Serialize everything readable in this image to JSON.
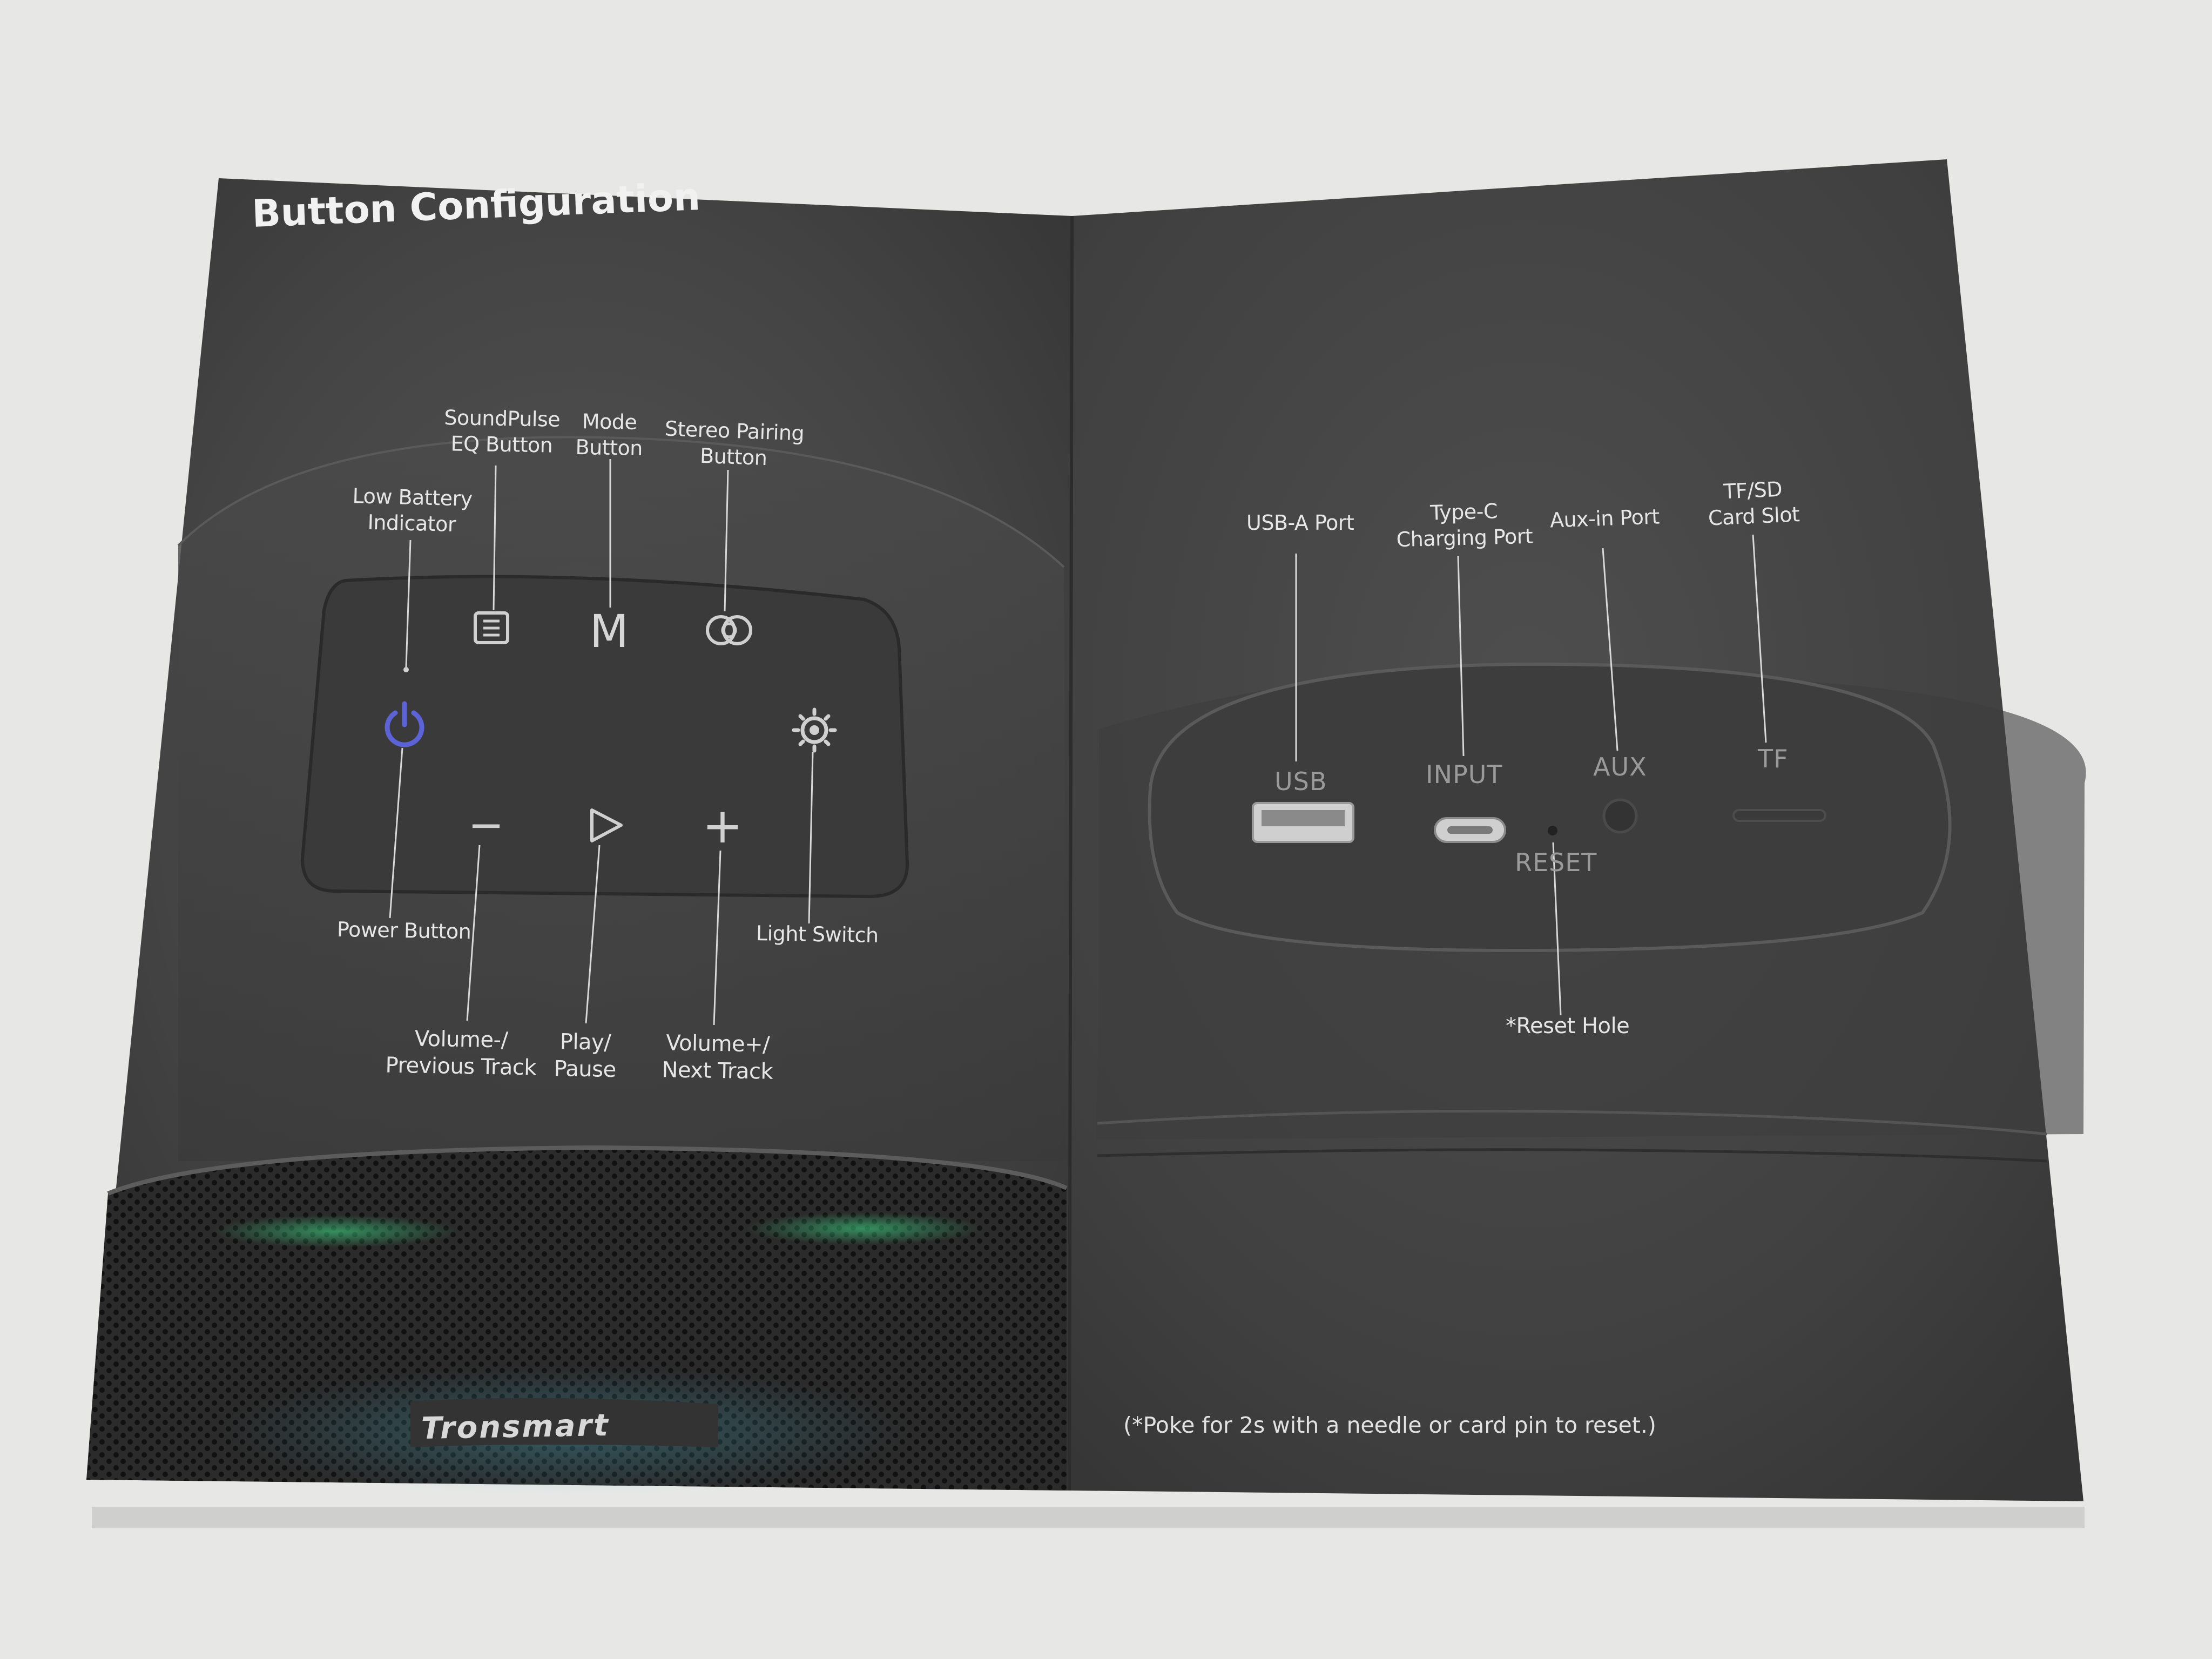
{
  "title": "Button Configuration",
  "left_labels": {
    "low_battery": [
      "Low Battery",
      "Indicator"
    ],
    "soundpulse": [
      "SoundPulse",
      "EQ Button"
    ],
    "mode": [
      "Mode",
      "Button"
    ],
    "stereo": [
      "Stereo Pairing",
      "Button"
    ],
    "power": [
      "Power Button"
    ],
    "light": [
      "Light Switch"
    ],
    "volume_down": [
      "Volume-/",
      "Previous Track"
    ],
    "play": [
      "Play/",
      "Pause"
    ],
    "volume_up": [
      "Volume+/",
      "Next Track"
    ]
  },
  "right_labels": {
    "usb_a": [
      "USB-A Port"
    ],
    "type_c": [
      "Type-C",
      "Charging Port"
    ],
    "aux_in": [
      "Aux-in Port"
    ],
    "tf_sd": [
      "TF/SD",
      "Card Slot"
    ],
    "reset_hole": [
      "*Reset Hole"
    ]
  },
  "port_print": {
    "usb": "USB",
    "input": "INPUT",
    "aux": "AUX",
    "tf": "TF",
    "reset": "RESET"
  },
  "control_glyphs": {
    "mode": "M",
    "minus": "−",
    "plus": "+"
  },
  "brand": "Tronsmart",
  "footnote": "(*Poke for 2s with a needle or card pin to reset.)",
  "colors": {
    "background": "#e7e8e6",
    "page": "#3c3c3c",
    "power_icon": "#5b63d6",
    "led_green": "#3ee08a"
  }
}
